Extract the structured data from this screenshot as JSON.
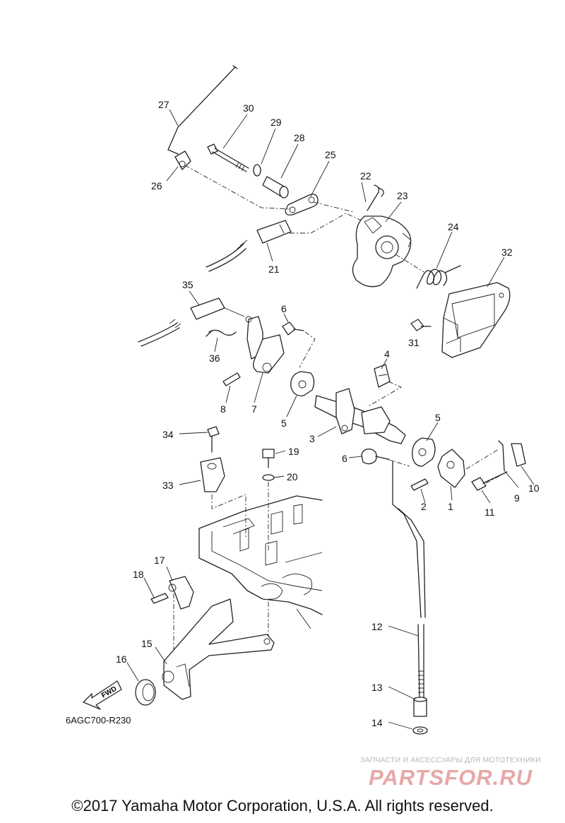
{
  "callouts": {
    "p1": "1",
    "p2": "2",
    "p3": "3",
    "p4": "4",
    "p5a": "5",
    "p5b": "5",
    "p6a": "6",
    "p6b": "6",
    "p7": "7",
    "p8": "8",
    "p9": "9",
    "p10": "10",
    "p11": "11",
    "p12": "12",
    "p13": "13",
    "p14": "14",
    "p15": "15",
    "p16": "16",
    "p17": "17",
    "p18": "18",
    "p19": "19",
    "p20": "20",
    "p21": "21",
    "p22": "22",
    "p23": "23",
    "p24": "24",
    "p25": "25",
    "p26": "26",
    "p27": "27",
    "p28": "28",
    "p29": "29",
    "p30": "30",
    "p31": "31",
    "p32": "32",
    "p33": "33",
    "p34": "34",
    "p35": "35",
    "p36": "36"
  },
  "fwd_label": "FWD",
  "diagram_code": "6AGC700-R230",
  "watermark": {
    "caption": "ЗАПЧАСТИ И АКСЕССУАРЫ ДЛЯ МОТОТЕХНИКИ",
    "logo": "PARTSFOR.RU",
    "color": "#e6a8a8"
  },
  "copyright": "©2017 Yamaha Motor Corporation, U.S.A. All rights reserved."
}
